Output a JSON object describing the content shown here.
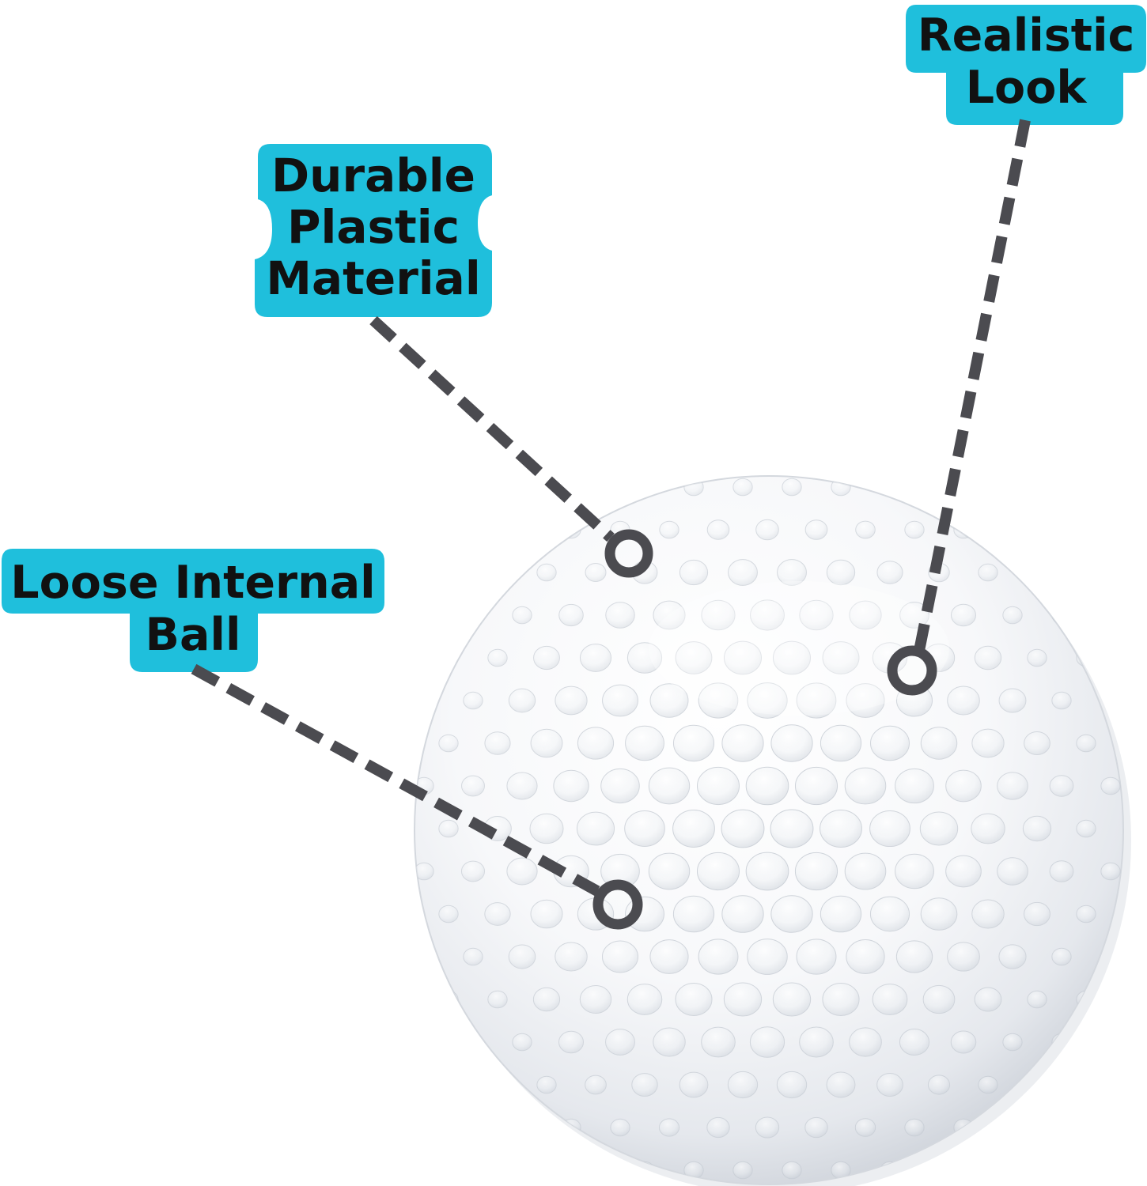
{
  "colors": {
    "label_background": "#1fbfdc",
    "label_text": "#111111",
    "leader_line": "#4b4b50",
    "ball_highlight": "#ffffff",
    "ball_shadow": "#c7cbd2"
  },
  "callouts": [
    {
      "id": "durable",
      "lines": [
        "Durable",
        "Plastic",
        "Material"
      ]
    },
    {
      "id": "realistic",
      "lines": [
        "Realistic",
        "Look"
      ]
    },
    {
      "id": "loose",
      "lines": [
        "Loose Internal",
        "Ball"
      ]
    }
  ],
  "icons": {
    "ball": "golf-ball-icon",
    "marker": "callout-marker-icon"
  }
}
